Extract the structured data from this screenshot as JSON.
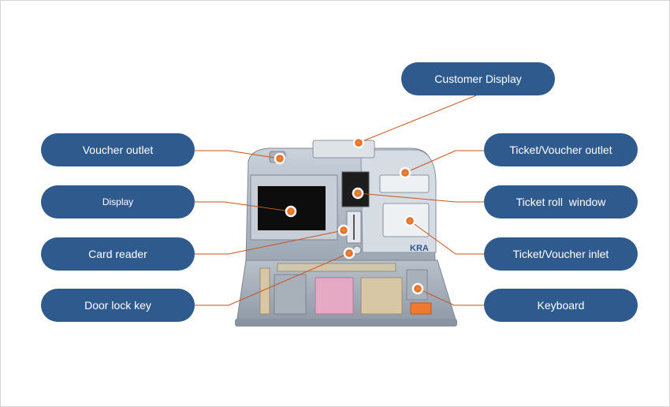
{
  "labels": {
    "customer_display": "Customer Display",
    "voucher_outlet": "Voucher outlet",
    "display": "Display",
    "card_reader": "Card reader",
    "door_lock_key": "Door lock key",
    "ticket_voucher_outlet": "Ticket/Voucher outlet",
    "ticket_roll_window": "Ticket roll  window",
    "ticket_voucher_inlet": "Ticket/Voucher inlet",
    "keyboard": "Keyboard"
  },
  "device": {
    "logo_text": "KRA"
  },
  "colors": {
    "label_bg": "#2e5a8e",
    "label_text": "#ffffff",
    "leader_line": "#c8541a",
    "marker": "#e8732a"
  }
}
